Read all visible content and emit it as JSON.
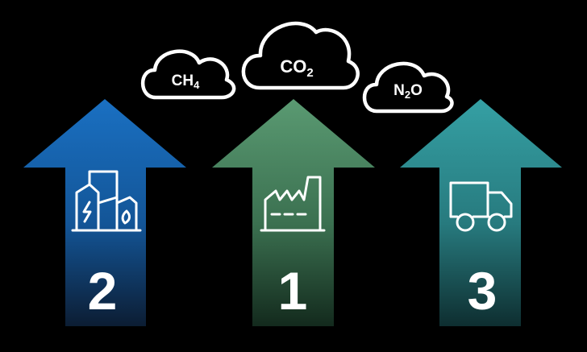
{
  "clouds": [
    {
      "id": "ch4",
      "formula": "CH",
      "subscript": "4",
      "suffix": ""
    },
    {
      "id": "co2",
      "formula": "CO",
      "subscript": "2",
      "suffix": ""
    },
    {
      "id": "n2o",
      "formula": "N",
      "subscript": "2",
      "suffix": "O"
    }
  ],
  "arrows": [
    {
      "id": "scope-2",
      "number": "2",
      "icon": "power-plant-icon",
      "color_top": "#1a70c2",
      "color_bottom": "#0c1d33"
    },
    {
      "id": "scope-1",
      "number": "1",
      "icon": "factory-icon",
      "color_top": "#5a9a72",
      "color_bottom": "#132a1d"
    },
    {
      "id": "scope-3",
      "number": "3",
      "icon": "delivery-truck-icon",
      "color_top": "#35a0a4",
      "color_bottom": "#0e2e30"
    }
  ],
  "colors": {
    "background": "#000000",
    "stroke": "#ffffff"
  }
}
